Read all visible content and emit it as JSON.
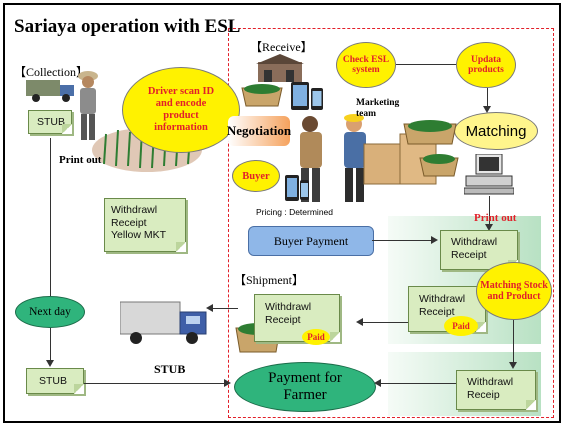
{
  "title": "Sariaya operation with ESL",
  "sections": {
    "collection": "【Collection】",
    "receive": "【Receive】",
    "shipment": "【Shipment】"
  },
  "ovals": {
    "driver_scan": "Driver scan ID and encode product information",
    "check_esl": "Check ESL system",
    "updata_products": "Updata products",
    "matching": "Matching",
    "negotiation": "Negotiation",
    "buyer": "Buyer",
    "matching_stock": "Matching Stock and Product",
    "next_day": "Next day",
    "payment_farmer": "Payment for Farmer"
  },
  "labels": {
    "print_out_left": "Print out",
    "print_out_right": "Print out",
    "marketing_team": "Marketing team",
    "pricing": "Pricing : Determined",
    "stub_bottom": "STUB"
  },
  "notes": {
    "stub_collection": "STUB",
    "withdrawl_yellow": "Withdrawl Receipt Yellow MKT",
    "withdrawl_right1": "Withdrawl Receipt",
    "withdrawl_shipment": "Withdrawl Receipt",
    "withdrawl_middle": "Withdrawl Receipt",
    "withdrawl_bottom": "Withdrawl Receip",
    "stub_bottom_box": "STUB"
  },
  "buttons": {
    "buyer_payment": "Buyer Payment"
  },
  "badges": {
    "paid_1": "Paid",
    "paid_2": "Paid"
  },
  "colors": {
    "accent_red": "#e2202a",
    "oval_yellow": "#fff200",
    "oval_green": "#2fb47c",
    "note_green": "#d9ecc0",
    "button_blue": "#8fb7e8"
  },
  "icons": [
    "truck-icon",
    "farmer-icon",
    "crops-icon",
    "warehouse-icon",
    "tablet-icon",
    "computer-icon",
    "crate-icon",
    "people-icon"
  ]
}
